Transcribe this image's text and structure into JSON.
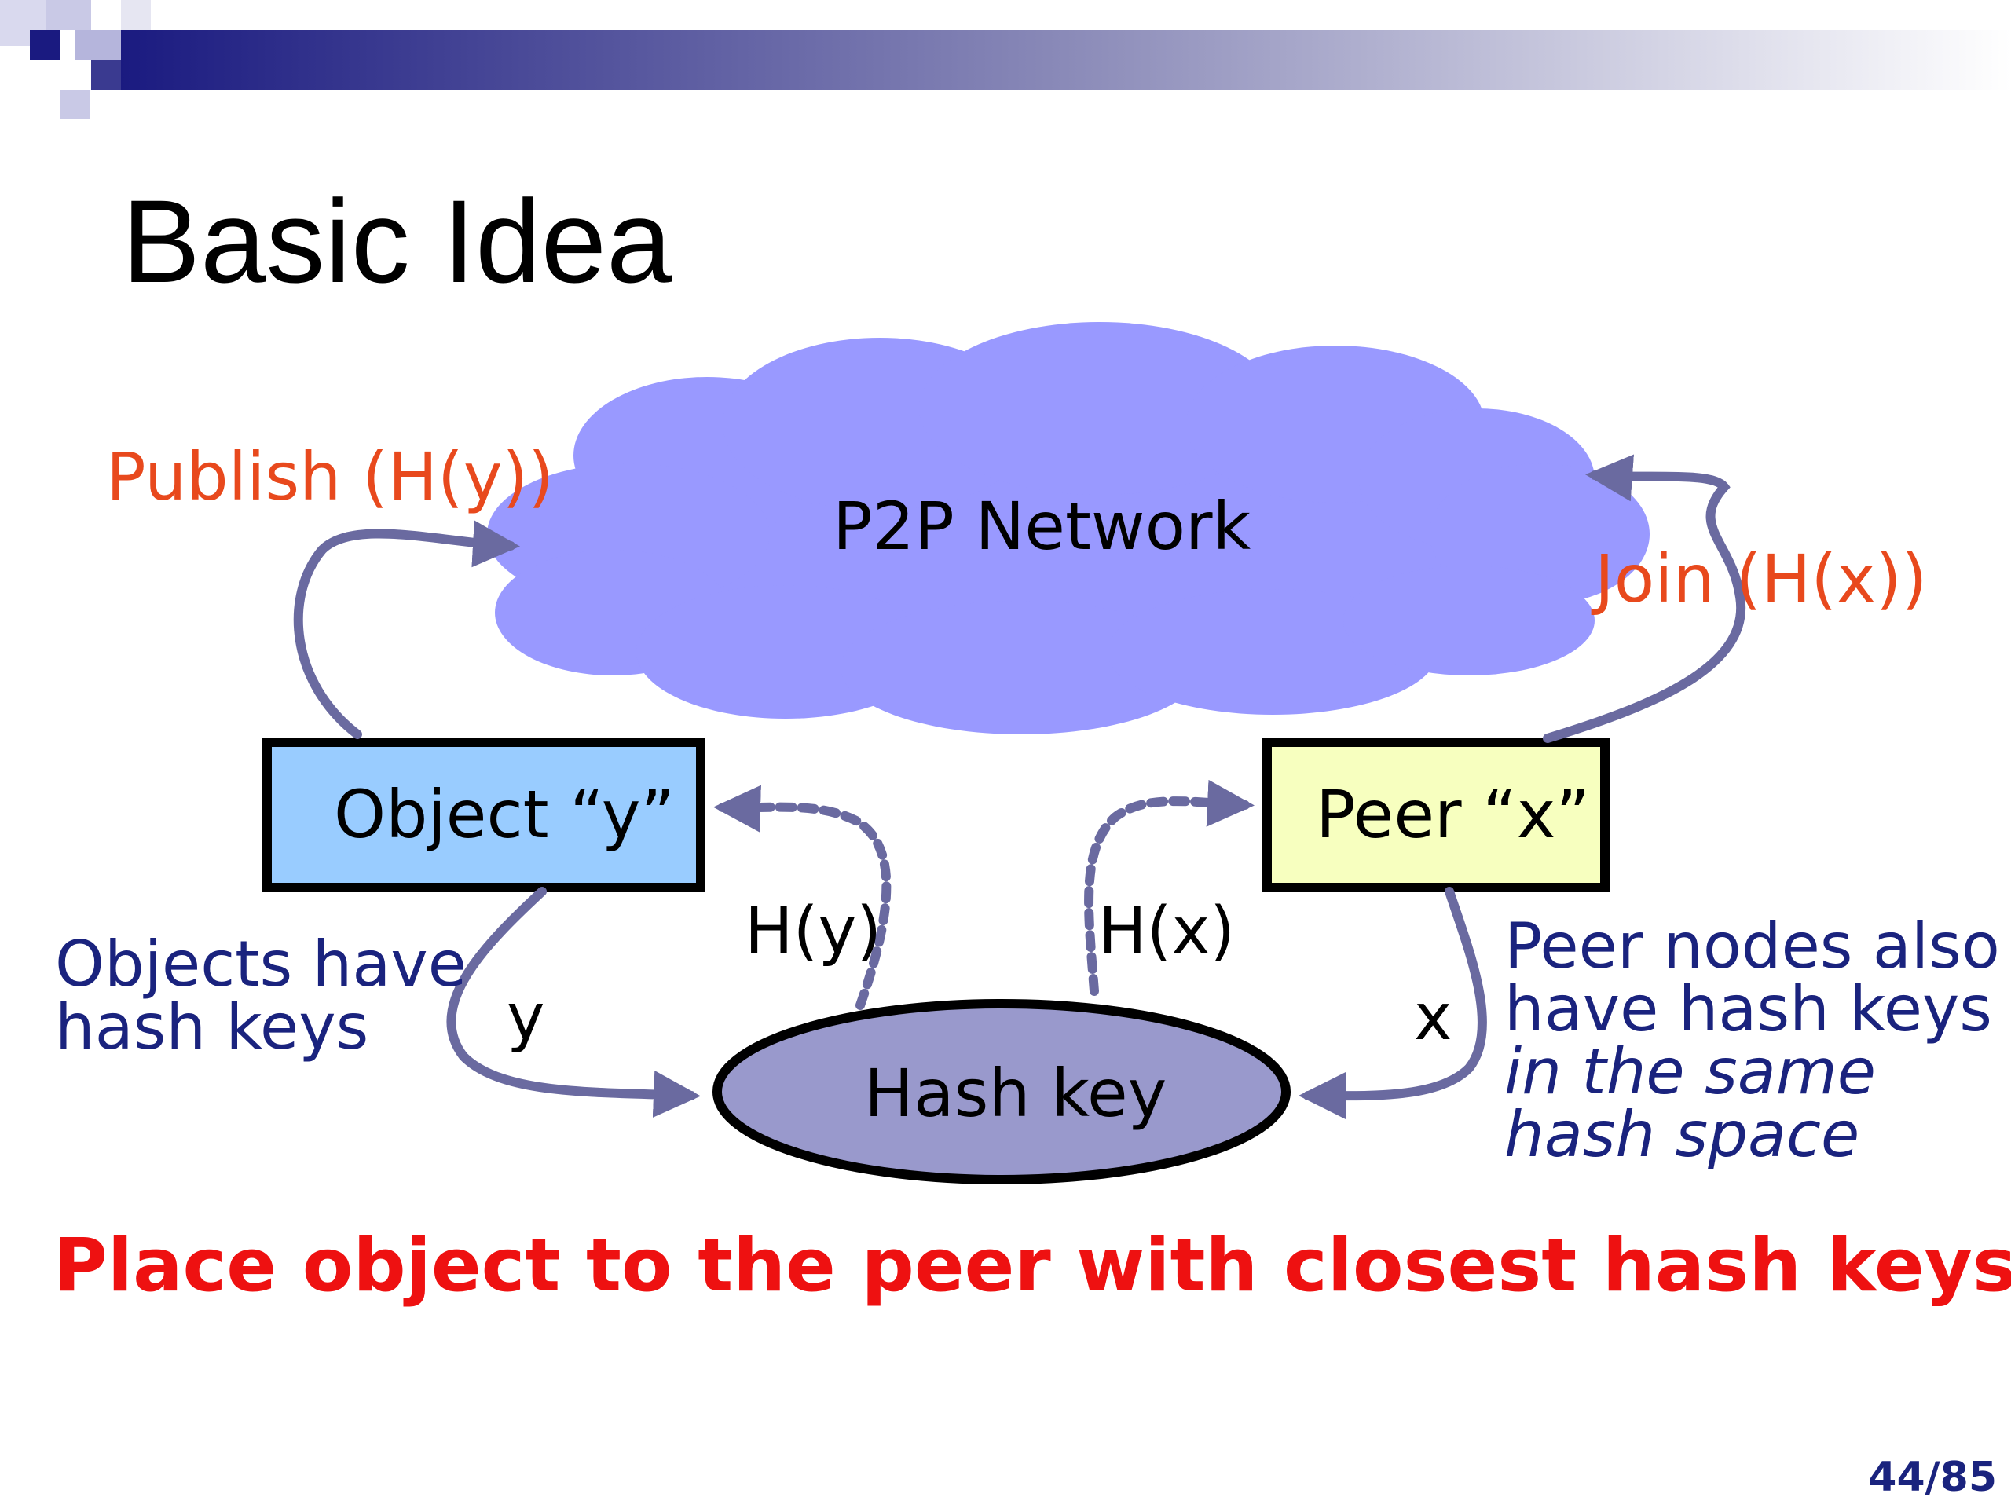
{
  "slide": {
    "title": "Basic Idea",
    "page_number": "44/85",
    "conclusion": "Place object to the peer with closest hash keys"
  },
  "diagram": {
    "cloud_label": "P2P Network",
    "object_box_label": "Object “y”",
    "peer_box_label": "Peer “x”",
    "hash_ellipse_label": "Hash key",
    "publish_label": "Publish (H(y))",
    "join_label": "Join (H(x))",
    "hy_label": "H(y)",
    "hx_label": "H(x)",
    "y_label": "y",
    "x_label": "x",
    "objects_note": [
      "Objects have",
      "hash keys"
    ],
    "peers_note": [
      "Peer nodes also",
      "have hash keys"
    ],
    "peers_note_italic": [
      "in the same",
      "hash space"
    ]
  },
  "colors": {
    "cloud": "#9999ff",
    "object_box": "#99ccff",
    "peer_box": "#f7ffbf",
    "hash_ellipse": "#9999cc",
    "arrow": "#6a6aa0",
    "orange_text": "#e8491d",
    "navy_text": "#1a237e",
    "red_text": "#ee1111"
  }
}
